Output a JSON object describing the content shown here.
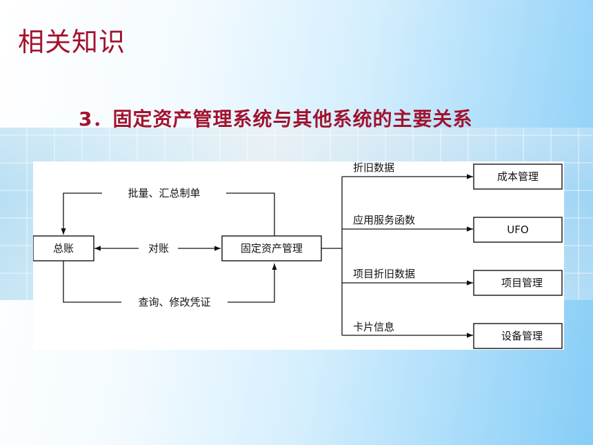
{
  "slide": {
    "title": "相关知识",
    "subtitle": "3．固定资产管理系统与其他系统的主要关系"
  },
  "diagram": {
    "nodes": {
      "general_ledger": "总账",
      "fixed_asset": "固定资产管理",
      "cost": "成本管理",
      "ufo": "UFO",
      "project": "项目管理",
      "equipment": "设备管理"
    },
    "edges": {
      "batch_voucher": "批量、汇总制单",
      "reconcile": "对账",
      "query_modify": "查询、修改凭证",
      "depreciation": "折旧数据",
      "service_function": "应用服务函数",
      "project_depreciation": "项目折旧数据",
      "card_info": "卡片信息"
    }
  }
}
